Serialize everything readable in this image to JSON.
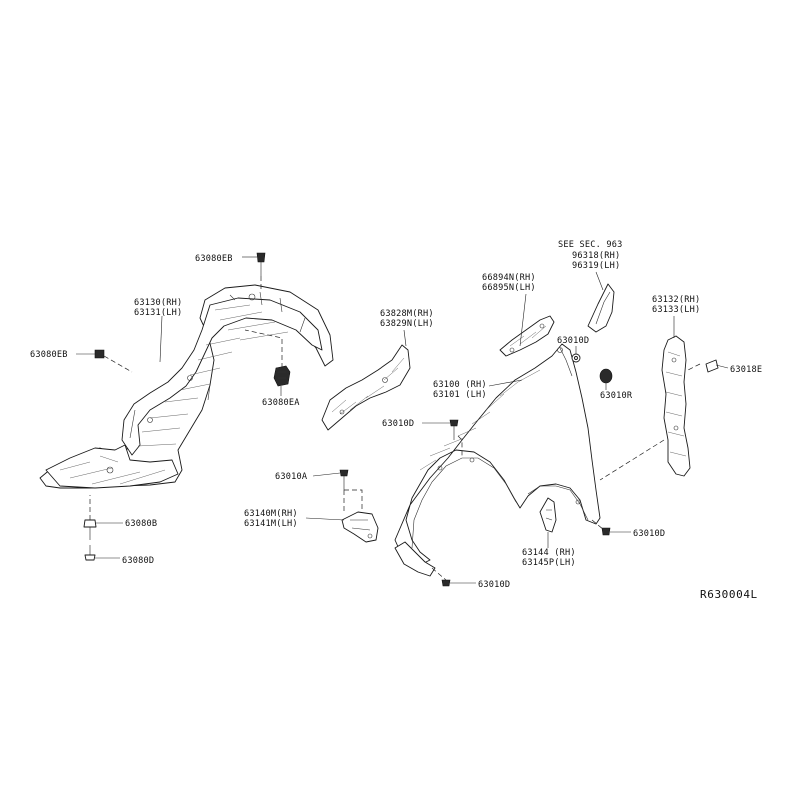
{
  "diagram": {
    "reference_code": "R630004L",
    "callouts": [
      {
        "id": "c_63080eb_top",
        "lines": [
          "63080EB"
        ]
      },
      {
        "id": "c_63130",
        "lines": [
          "63130(RH)",
          "63131(LH)"
        ]
      },
      {
        "id": "c_63080eb_left",
        "lines": [
          "63080EB"
        ]
      },
      {
        "id": "c_63080ea",
        "lines": [
          "63080EA"
        ]
      },
      {
        "id": "c_63080b",
        "lines": [
          "63080B"
        ]
      },
      {
        "id": "c_63080d",
        "lines": [
          "63080D"
        ]
      },
      {
        "id": "c_63828",
        "lines": [
          "63828M(RH)",
          "63829N(LH)"
        ]
      },
      {
        "id": "c_63010d_mid",
        "lines": [
          "63010D"
        ]
      },
      {
        "id": "c_63010a",
        "lines": [
          "63010A"
        ]
      },
      {
        "id": "c_63140",
        "lines": [
          "63140M(RH)",
          "63141M(LH)"
        ]
      },
      {
        "id": "c_63010d_bottom",
        "lines": [
          "63010D"
        ]
      },
      {
        "id": "c_66894",
        "lines": [
          "66894N(RH)",
          "66895N(LH)"
        ]
      },
      {
        "id": "c_see_sec",
        "lines": [
          "SEE SEC. 963",
          "96318(RH)",
          "96319(LH)"
        ]
      },
      {
        "id": "c_63010d_upper",
        "lines": [
          "63010D"
        ]
      },
      {
        "id": "c_63100",
        "lines": [
          "63100 (RH)",
          "63101 (LH)"
        ]
      },
      {
        "id": "c_63010r",
        "lines": [
          "63010R"
        ]
      },
      {
        "id": "c_63132",
        "lines": [
          "63132(RH)",
          "63133(LH)"
        ]
      },
      {
        "id": "c_63018e",
        "lines": [
          "63018E"
        ]
      },
      {
        "id": "c_63144",
        "lines": [
          "63144 (RH)",
          "63145P(LH)"
        ]
      },
      {
        "id": "c_63010d_right",
        "lines": [
          "63010D"
        ]
      }
    ]
  }
}
